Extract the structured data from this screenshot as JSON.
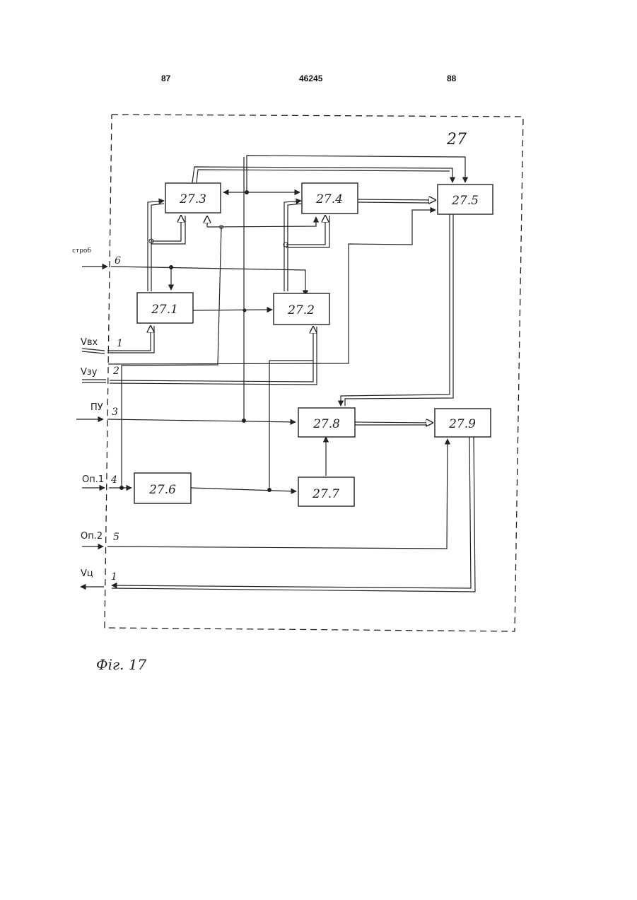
{
  "header": {
    "left_page": "87",
    "doc_number": "46245",
    "right_page": "88"
  },
  "diagram": {
    "unit_label": "27",
    "blocks": [
      "27.1",
      "27.2",
      "27.3",
      "27.4",
      "27.5",
      "27.6",
      "27.7",
      "27.8",
      "27.9"
    ],
    "inputs": [
      {
        "signal": "строб",
        "pin": "6"
      },
      {
        "signal": "Vвх",
        "pin": "1"
      },
      {
        "signal": "Vзу",
        "pin": "2"
      },
      {
        "signal": "ПУ",
        "pin": "3"
      },
      {
        "signal": "Оп.1",
        "pin": "4"
      },
      {
        "signal": "Оп.2",
        "pin": "5"
      },
      {
        "signal": "Vц",
        "pin": "1"
      }
    ]
  },
  "caption": "Фіг. 17"
}
